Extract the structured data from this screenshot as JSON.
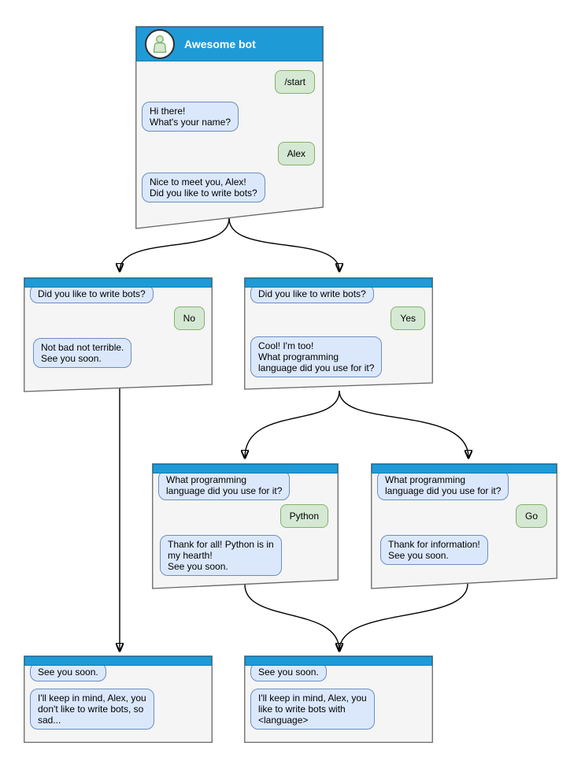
{
  "diagram": {
    "type": "chatbot-conversation-flow",
    "colors": {
      "header_blue": "#1e9bd7",
      "window_bg": "#f5f5f5",
      "window_border": "#666666",
      "bot_bubble_bg": "#dbe8fc",
      "bot_bubble_border": "#6c8ebf",
      "user_bubble_bg": "#d5e8d4",
      "user_bubble_border": "#82b366",
      "connector": "#000000"
    }
  },
  "windows": {
    "start": {
      "title": "Awesome bot",
      "avatar_icon": "person-icon",
      "messages": [
        {
          "side": "user",
          "text": "/start"
        },
        {
          "side": "bot",
          "text": "Hi there!\nWhat's your name?"
        },
        {
          "side": "user",
          "text": "Alex"
        },
        {
          "side": "bot",
          "text": "Nice to meet you, Alex!\nDid you like to write bots?"
        }
      ]
    },
    "branch_no": {
      "messages": [
        {
          "side": "bot",
          "text": "Did you like to write bots?"
        },
        {
          "side": "user",
          "text": "No"
        },
        {
          "side": "bot",
          "text": "Not bad not terrible.\nSee you soon."
        }
      ]
    },
    "branch_yes": {
      "messages": [
        {
          "side": "bot",
          "text": "Did you like to write bots?"
        },
        {
          "side": "user",
          "text": "Yes"
        },
        {
          "side": "bot",
          "text": "Cool! I'm too!\nWhat programming\nlanguage did you use for it?"
        }
      ]
    },
    "lang_python": {
      "messages": [
        {
          "side": "bot",
          "text": "What programming\nlanguage did you use for it?"
        },
        {
          "side": "user",
          "text": "Python"
        },
        {
          "side": "bot",
          "text": "Thank for all! Python is in\nmy hearth!\nSee you soon."
        }
      ]
    },
    "lang_go": {
      "messages": [
        {
          "side": "bot",
          "text": "What programming\nlanguage did you use for it?"
        },
        {
          "side": "user",
          "text": "Go"
        },
        {
          "side": "bot",
          "text": "Thank for information!\nSee you soon."
        }
      ]
    },
    "end_no": {
      "messages": [
        {
          "side": "bot",
          "text": "See you soon."
        },
        {
          "side": "bot",
          "text": "I'll keep in mind, Alex, you\ndon't like to write bots, so\nsad..."
        }
      ]
    },
    "end_yes": {
      "messages": [
        {
          "side": "bot",
          "text": "See you soon."
        },
        {
          "side": "bot",
          "text": "I'll keep in mind, Alex, you\nlike to write bots with\n<language>"
        }
      ]
    }
  }
}
